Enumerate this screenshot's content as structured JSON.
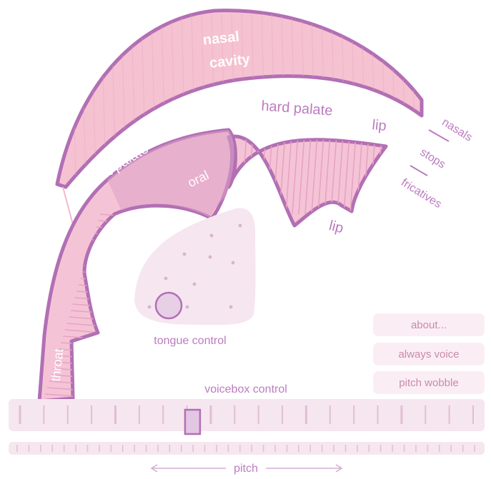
{
  "labels": {
    "nasal_line1": "nasal",
    "nasal_line2": "cavity",
    "hard_palate": "hard palate",
    "soft_palate": "soft palate",
    "oral": "oral",
    "lip_upper": "lip",
    "lip_lower": "lip",
    "throat": "throat",
    "nasals": "nasals",
    "stops": "stops",
    "fricatives": "fricatives",
    "tongue_control": "tongue control",
    "voicebox_control": "voicebox control",
    "pitch": "pitch"
  },
  "buttons": {
    "about": "about...",
    "always_voice": "always voice",
    "pitch_wobble": "pitch wobble"
  },
  "colors": {
    "outline": "#b26fb4",
    "tract_fill": "#f4c4d6",
    "tract_dark": "#e0a3c6",
    "nasal_fill": "#f5c2d2",
    "label_purple": "#bb7cc0",
    "control_bg": "#f6e6ef",
    "button_bg": "#faeef4",
    "button_text": "#c98aaa",
    "tick": "#e2bdd8"
  },
  "voicebox": {
    "tick_count": 20,
    "handle_position": 0.38
  }
}
